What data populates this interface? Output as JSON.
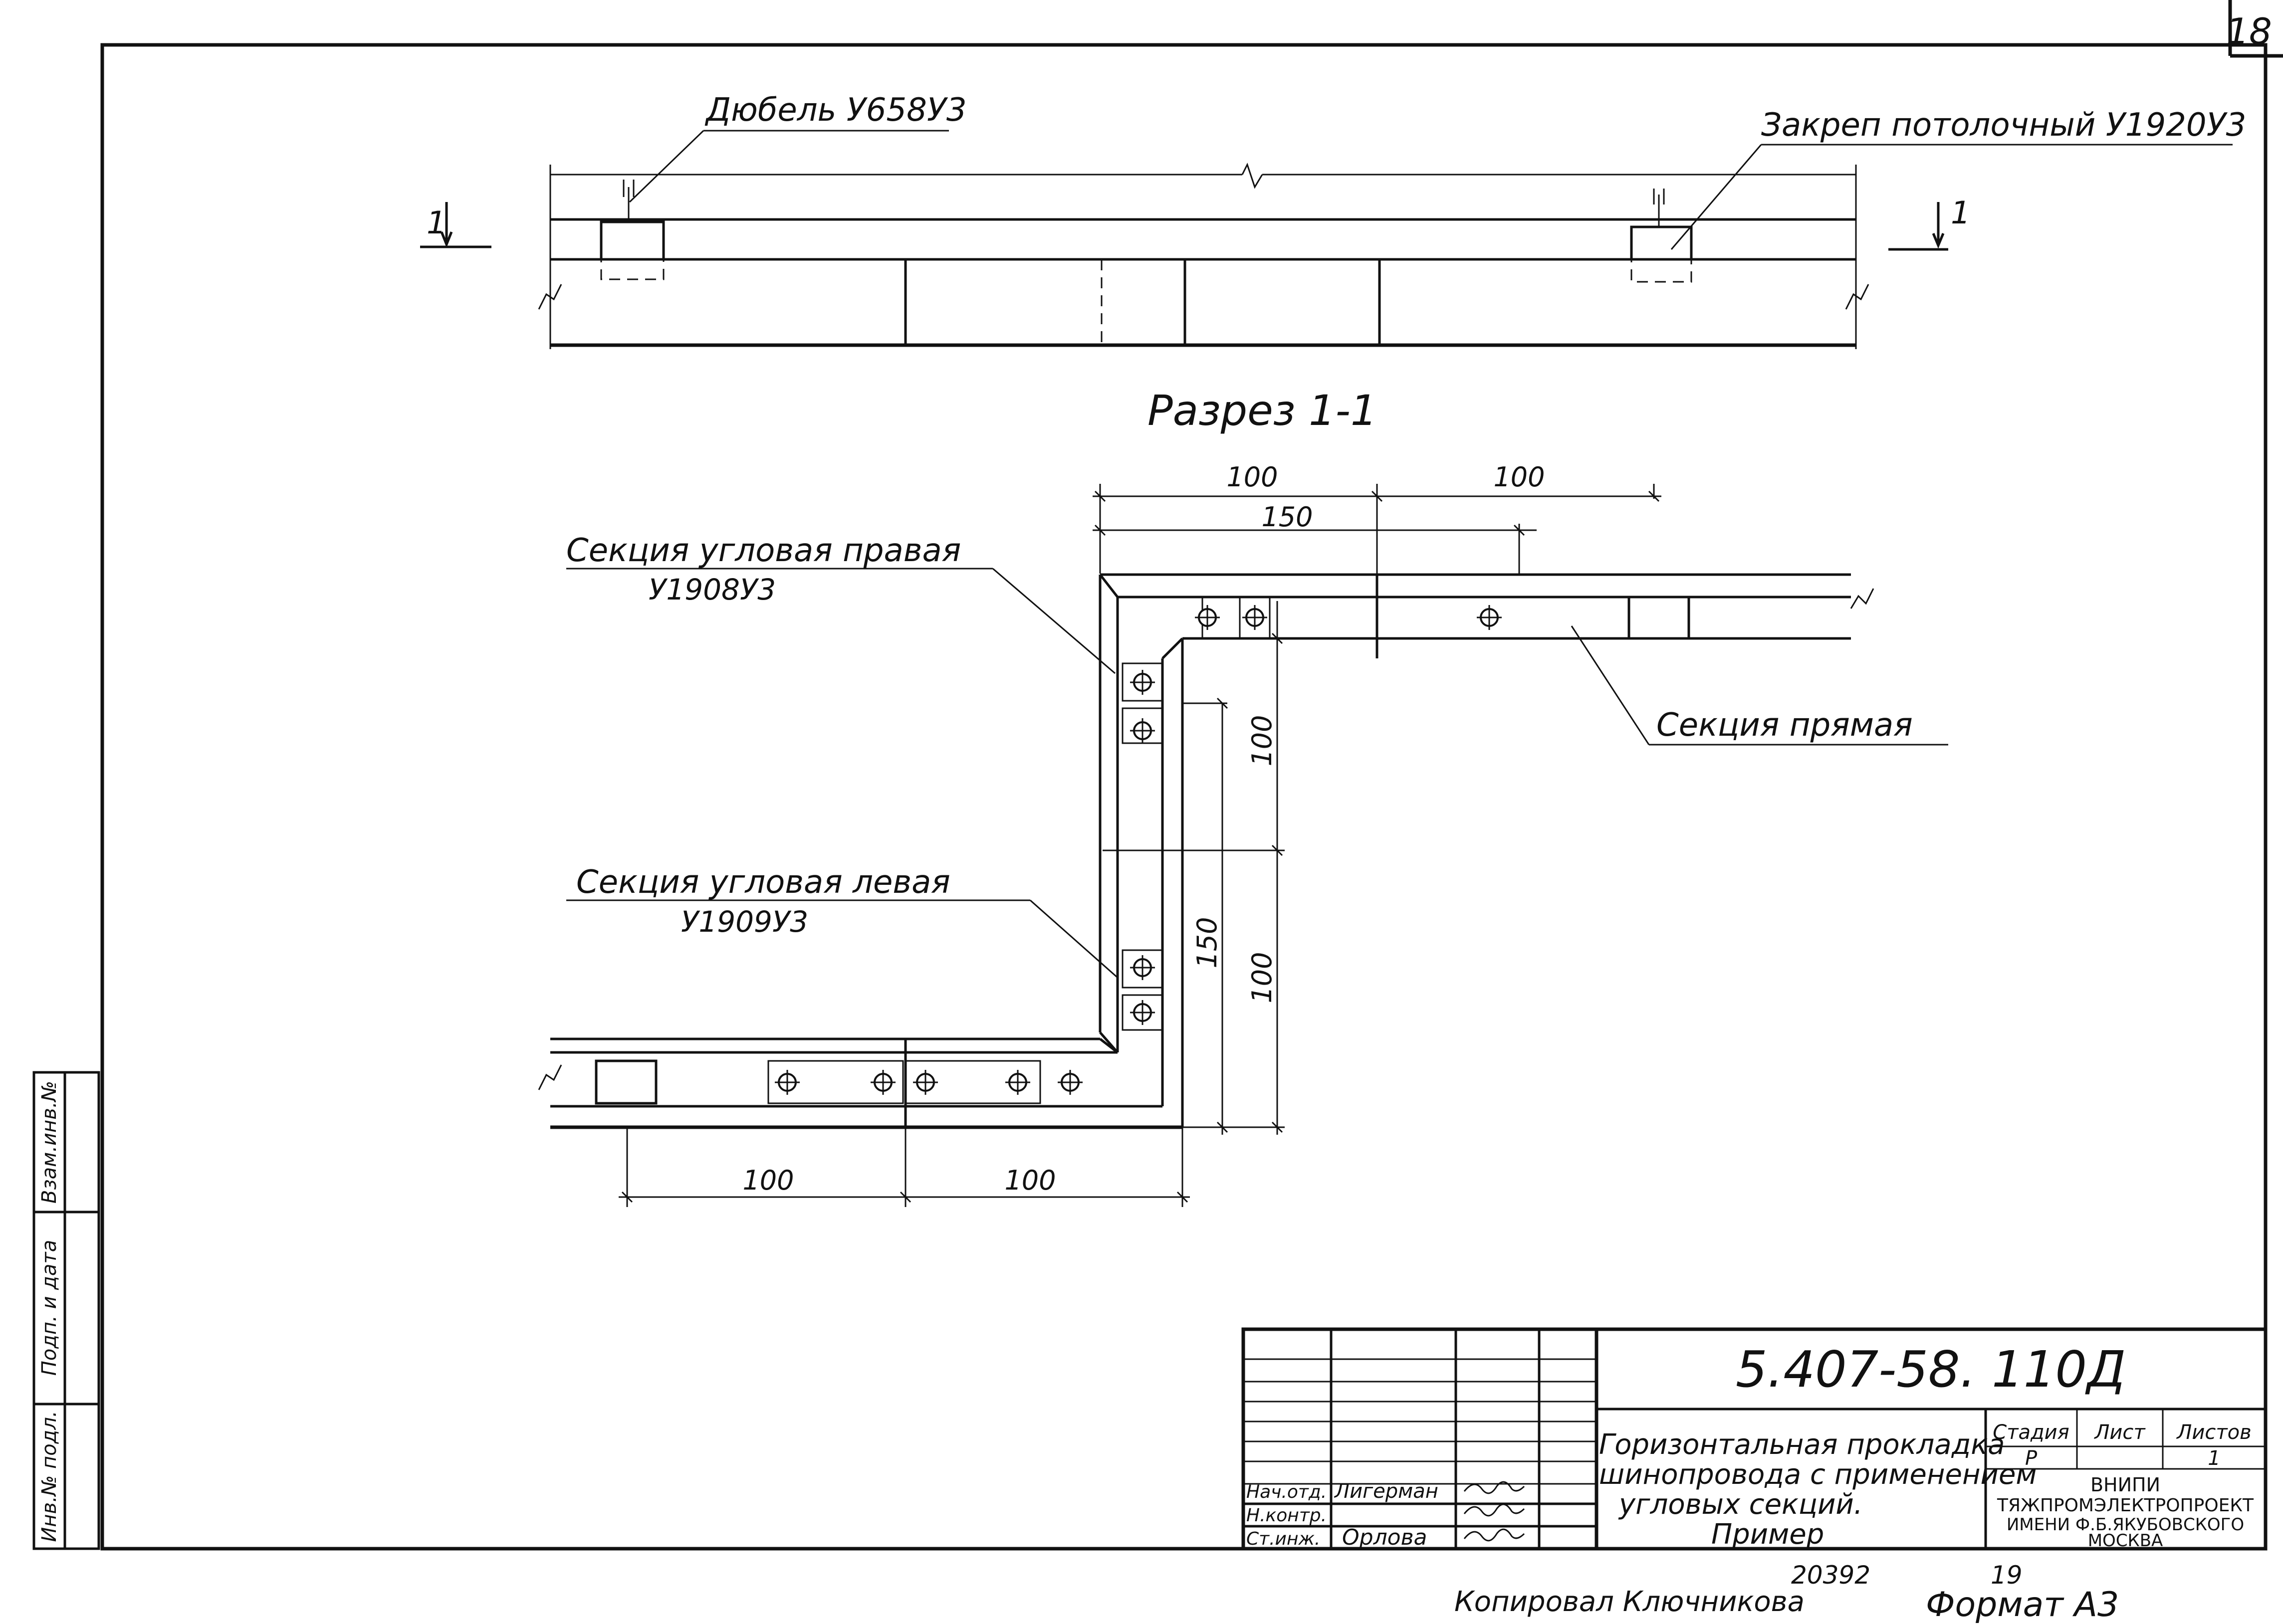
{
  "sheet": {
    "page_number": "18"
  },
  "plan": {
    "label_dowel": "Дюбель У658У3",
    "label_clamp": "Закреп потолочный У1920У3",
    "section_mark_left": "1",
    "section_mark_right": "1"
  },
  "section": {
    "title": "Разрез 1-1",
    "label_right_corner": "Секция угловая правая",
    "code_right_corner": "У1908У3",
    "label_left_corner": "Секция угловая левая",
    "code_left_corner": "У1909У3",
    "label_straight": "Секция прямая",
    "dims": {
      "top_a": "100",
      "top_b": "100",
      "top_c": "150",
      "right_a": "100",
      "right_b": "150",
      "right_c": "100",
      "bottom_a": "100",
      "bottom_b": "100"
    }
  },
  "side_stamp": {
    "cells": [
      "Взам.инв.№",
      "Подп. и дата",
      "Инв.№ подл."
    ]
  },
  "title_block": {
    "document_code": "5.407-58. 110Д",
    "title_lines": [
      "Горизонтальная прокладка",
      "шинопровода с применением",
      "угловых секций.",
      "Пример"
    ],
    "stage_header": "Стадия",
    "sheet_header": "Лист",
    "sheets_header": "Листов",
    "stage_value": "Р",
    "sheet_value": "",
    "sheets_value": "1",
    "org_lines": [
      "ВНИПИ",
      "ТЯЖПРОМЭЛЕКТРОПРОЕКТ",
      "ИМЕНИ Ф.Б.ЯКУБОВСКОГО",
      "МОСКВА"
    ],
    "roles": [
      {
        "role": "Нач.отд.",
        "name": "Лигерман"
      },
      {
        "role": "Н.контр.",
        "name": ""
      },
      {
        "role": "Ст.инж.",
        "name": "Орлова"
      }
    ]
  },
  "footer": {
    "copied_by": "Копировал Ключникова",
    "archive_number": "20392",
    "sheet_mark": "19",
    "format": "Формат А3"
  }
}
